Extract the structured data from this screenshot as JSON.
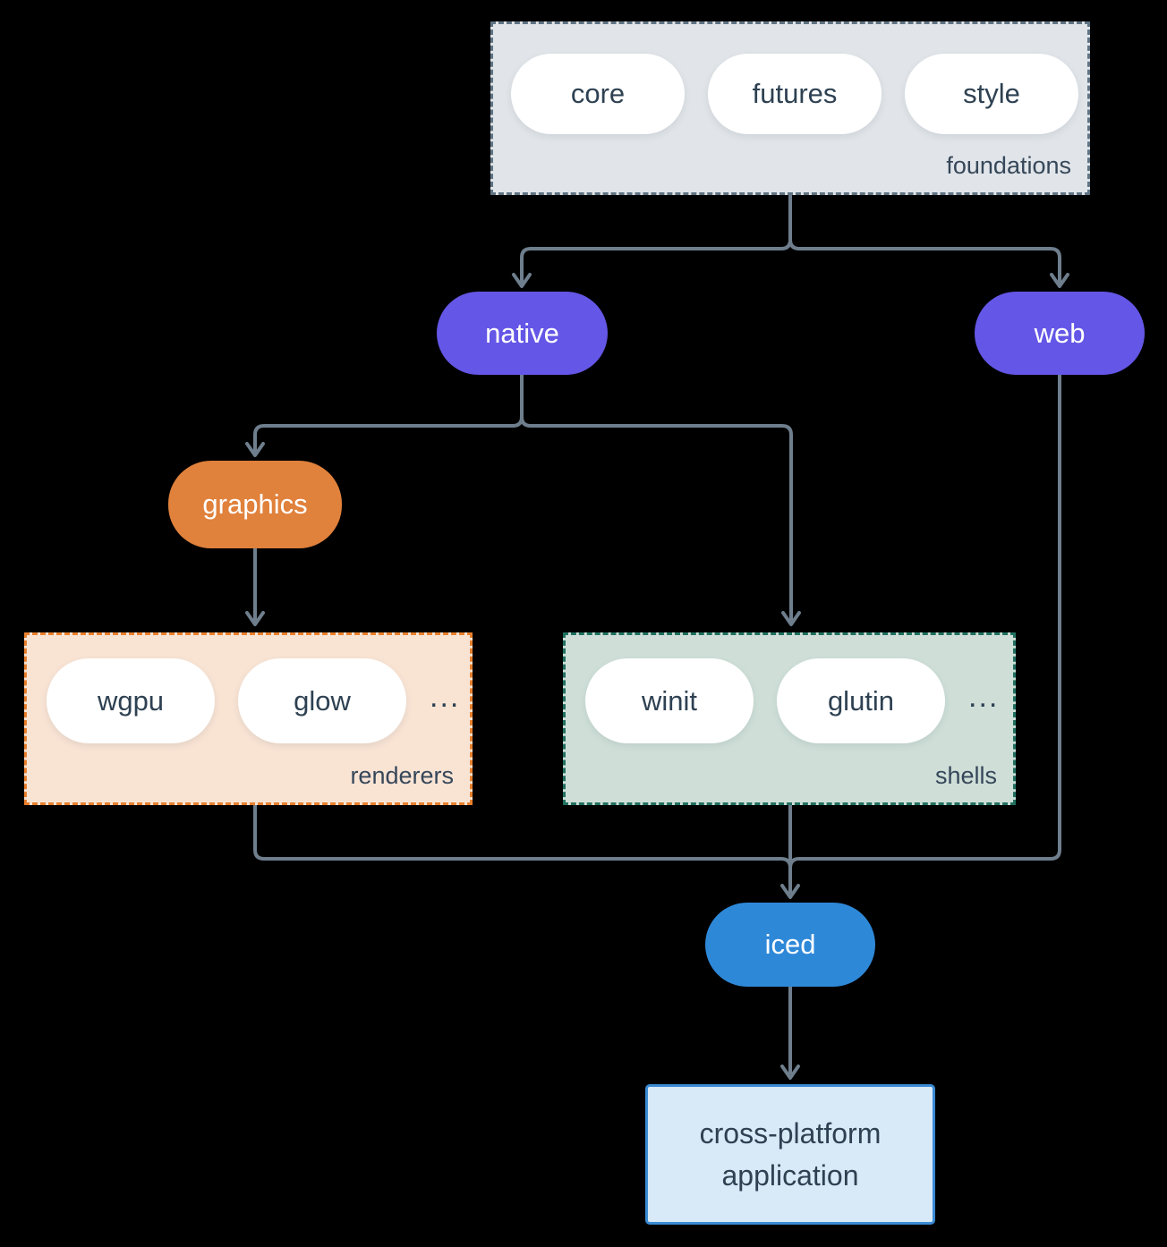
{
  "diagram": {
    "foundations": {
      "label": "foundations",
      "pills": [
        "core",
        "futures",
        "style"
      ]
    },
    "native": {
      "label": "native"
    },
    "web": {
      "label": "web"
    },
    "graphics": {
      "label": "graphics"
    },
    "renderers": {
      "label": "renderers",
      "pills": [
        "wgpu",
        "glow"
      ],
      "ellipsis": "..."
    },
    "shells": {
      "label": "shells",
      "pills": [
        "winit",
        "glutin"
      ],
      "ellipsis": "..."
    },
    "iced": {
      "label": "iced"
    },
    "application": {
      "lines": [
        "cross-platform",
        "application"
      ]
    },
    "edges": [
      {
        "from": "foundations",
        "to": "native"
      },
      {
        "from": "foundations",
        "to": "web"
      },
      {
        "from": "native",
        "to": "graphics"
      },
      {
        "from": "native",
        "to": "shells"
      },
      {
        "from": "graphics",
        "to": "renderers"
      },
      {
        "from": "renderers",
        "to": "iced"
      },
      {
        "from": "shells",
        "to": "iced"
      },
      {
        "from": "web",
        "to": "iced"
      },
      {
        "from": "iced",
        "to": "application"
      }
    ]
  },
  "colors": {
    "background": "#000000",
    "connector": "#6e7e8d",
    "foundations_fill": "#e1e5e9",
    "foundations_border": "#5f7484",
    "purple_pill": "#6456e6",
    "orange_pill": "#e0813c",
    "renderers_fill": "#f9e4d4",
    "renderers_border": "#e8802e",
    "shells_fill": "#cfdfd8",
    "shells_border": "#20705f",
    "blue_pill": "#2e88d8",
    "app_fill": "#d8e9f8",
    "app_border": "#3a8ad4",
    "text_dark": "#2e4152",
    "text_light": "#ffffff"
  }
}
